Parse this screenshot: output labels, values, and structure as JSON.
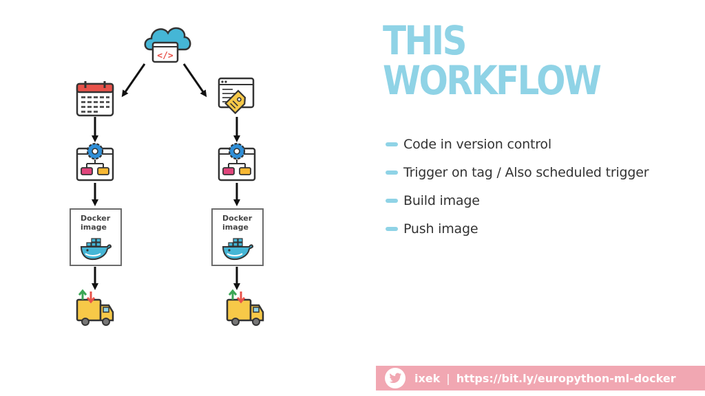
{
  "slide": {
    "title": "THIS WORKFLOW",
    "bullets": [
      "Code in version control",
      "Trigger on tag / Also scheduled trigger",
      "Build image",
      "Push image"
    ]
  },
  "diagram": {
    "left_branch": {
      "docker_label": "Docker image"
    },
    "right_branch": {
      "docker_label": "Docker image"
    }
  },
  "footer": {
    "handle": "ixek",
    "separator": "|",
    "url": "https://bit.ly/europython-ml-docker"
  },
  "colors": {
    "title": "#8fd3e6",
    "footer_bg": "#f1a7b2",
    "calendar_red": "#e8524a",
    "gear_blue": "#2f8fd8",
    "truck_yellow": "#f7c948"
  }
}
